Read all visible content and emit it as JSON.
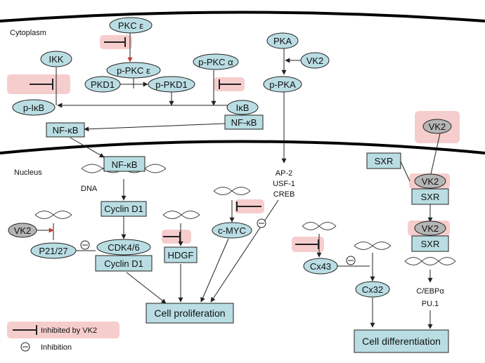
{
  "regions": {
    "cytoplasm": "Cytoplasm",
    "nucleus": "Nucleus"
  },
  "nodes": {
    "pkce": "PKC ε",
    "ppkce": "p-PKC ε",
    "ikk": "IKK",
    "pkd1": "PKD1",
    "ppkd1": "p-PKD1",
    "ppkca": "p-PKC α",
    "pka": "PKA",
    "vk2_pka": "VK2",
    "ppka": "p-PKA",
    "pikb": "p-IκB",
    "ikb": "IκB",
    "nfkb_cyto_complex": "NF-κB",
    "nfkb_cyto": "NF-κB",
    "nfkb_nuc": "NF-κB",
    "dna": "DNA",
    "cyclin_d1": "Cyclin D1",
    "vk2_p21": "VK2",
    "p21": "P21/27",
    "cdk46": "CDK4/6",
    "cyclin_d1_complex": "Cyclin D1",
    "hdgf": "HDGF",
    "cmyc": "c-MYC",
    "ap2": "AP-2",
    "usf1": "USF-1",
    "creb": "CREB",
    "cell_prolif": "Cell proliferation",
    "vk2_top": "VK2",
    "sxr": "SXR",
    "vk2_mid": "VK2",
    "sxr_mid": "SXR",
    "vk2_low": "VK2",
    "sxr_low": "SXR",
    "cx43": "Cx43",
    "cx32": "Cx32",
    "cebpa": "C/EBPα",
    "pu1": "PU.1",
    "cell_diff": "Cell differentiation"
  },
  "legend": {
    "inhibited_by_vk2": "Inhibited by VK2",
    "inhibition": "Inhibition"
  },
  "colors": {
    "node_fill": "#b9dde3",
    "highlight": "#f6cdcd",
    "vk2_gray": "#b5b5b5",
    "inhibit_red": "#c0392b"
  }
}
